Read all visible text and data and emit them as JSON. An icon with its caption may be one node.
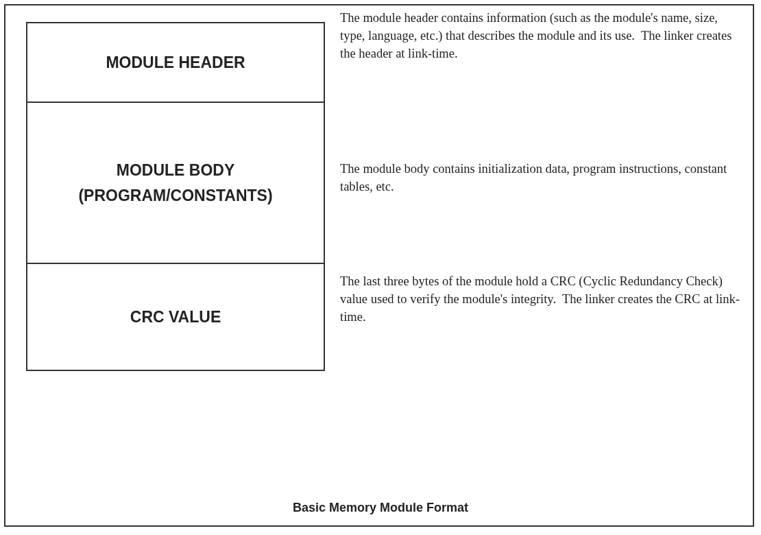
{
  "diagram": {
    "caption": "Basic Memory Module Format",
    "nodes": [
      {
        "text": [
          "MODULE HEADER"
        ],
        "beside": [
          "The module header contains information (such as the module's name, size, type, language, etc.) that describes the module and its use.  The linker creates the header at link-time."
        ]
      },
      {
        "text": [
          "MODULE BODY (PROGRAM/CONSTANTS)"
        ],
        "beside": [
          "The module body contains initialization data, program instructions, constant tables, etc."
        ]
      },
      {
        "text": [
          "CRC VALUE"
        ],
        "beside": [
          "The last three bytes of the module hold a CRC (Cyclic Redundancy Check) value used to verify the module's integrity.  The linker creates the CRC at link-time."
        ]
      }
    ]
  }
}
